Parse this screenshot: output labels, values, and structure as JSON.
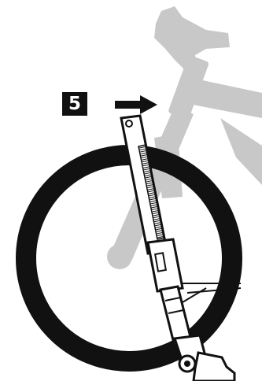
{
  "step": {
    "number": "5"
  },
  "colors": {
    "ink": "#111111",
    "ghost_bike": "#c8c8c8",
    "background": "#ffffff",
    "step_badge_text": "#ffffff"
  },
  "icons": {
    "direction_arrow": "right-arrow-icon",
    "bike_frame": "bicycle-frame-silhouette",
    "wheel": "wheel-tire",
    "fork": "suspension-fork",
    "adjuster": "fork-preload-adjuster",
    "axle": "quick-release-axle"
  }
}
